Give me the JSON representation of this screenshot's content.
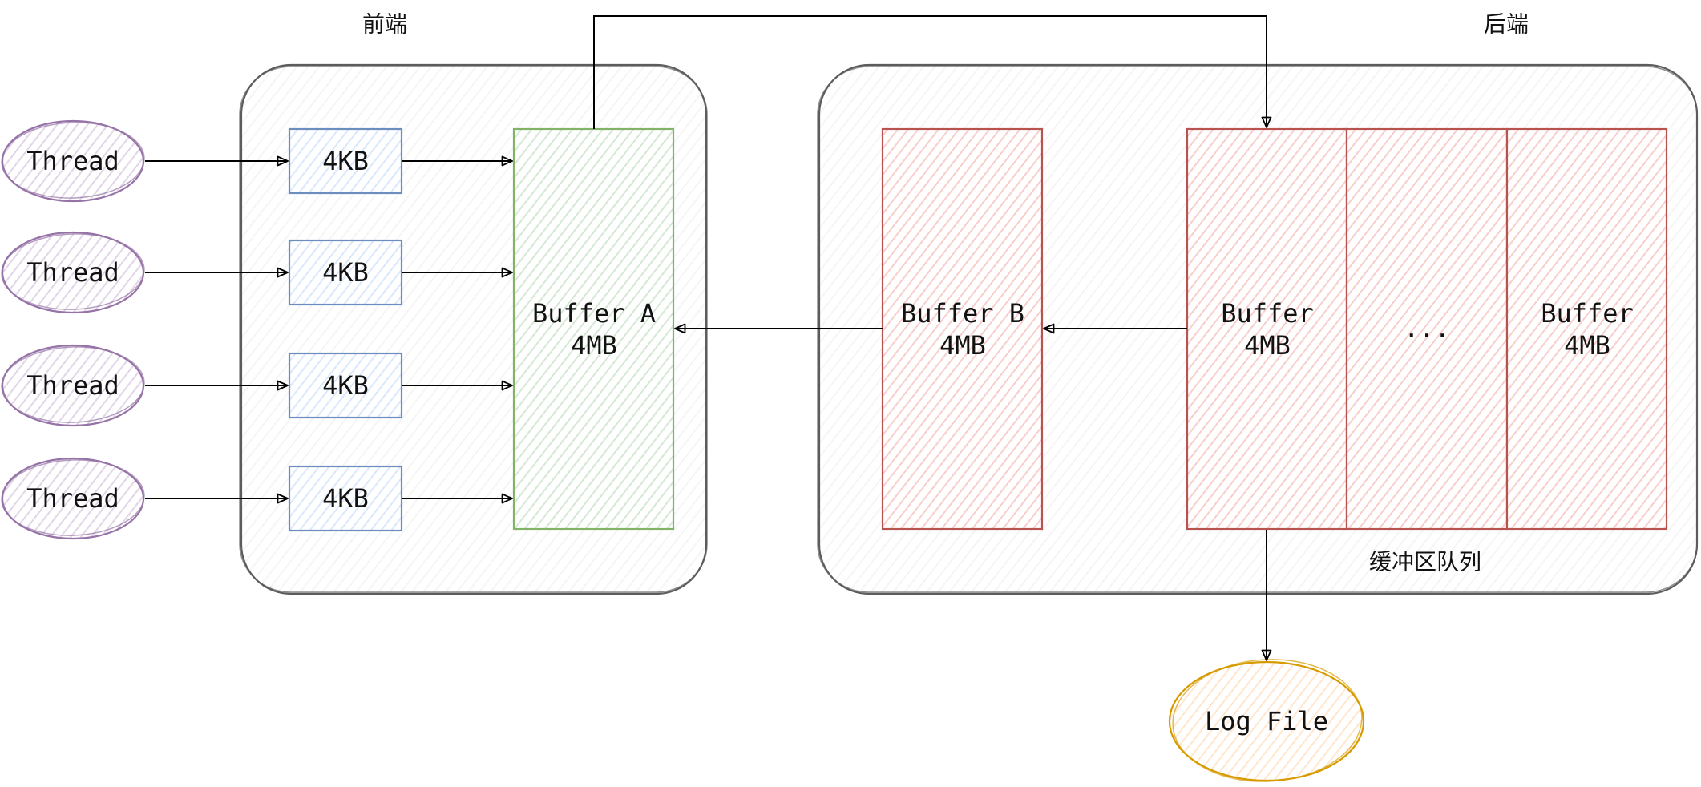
{
  "labels": {
    "frontend": "前端",
    "backend": "后端"
  },
  "threads": [
    "Thread",
    "Thread",
    "Thread",
    "Thread"
  ],
  "chunks": [
    "4KB",
    "4KB",
    "4KB",
    "4KB"
  ],
  "buffer_a": {
    "name": "Buffer A",
    "size": "4MB"
  },
  "buffer_b": {
    "name": "Buffer B",
    "size": "4MB"
  },
  "queue": {
    "label": "缓冲区队列",
    "first": {
      "name": "Buffer",
      "size": "4MB"
    },
    "more": "...",
    "last": {
      "name": "Buffer",
      "size": "4MB"
    }
  },
  "log_file": "Log File",
  "colors": {
    "text": "#111111",
    "edge": "#000000",
    "container_stroke": "#5c5c5c",
    "container_fill": "#f5f5f5",
    "thread_stroke": "#9673a6",
    "thread_fill": "#e1d5e7",
    "chunk_stroke": "#6c8ebf",
    "chunk_fill": "#dae8fc",
    "buffer_a_stroke": "#82b366",
    "buffer_a_fill": "#d5e8d4",
    "backend_buffer_stroke": "#b85450",
    "backend_buffer_fill": "#f8cecc",
    "log_stroke": "#d79b00",
    "log_fill": "#ffe6cc"
  }
}
